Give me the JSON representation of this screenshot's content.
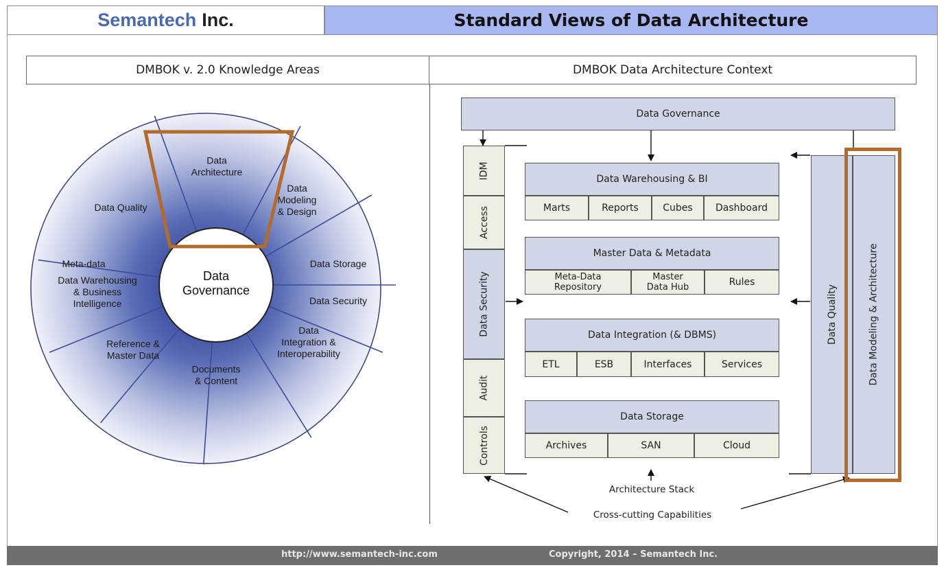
{
  "header": {
    "company_brand": "Semantech",
    "company_suffix": "Inc.",
    "title": "Standard Views of Data Architecture"
  },
  "left_panel": {
    "heading": "DMBOK v. 2.0 Knowledge Areas",
    "center_label": [
      "Data",
      "Governance"
    ],
    "segments": [
      {
        "lines": [
          "Data",
          "Architecture"
        ]
      },
      {
        "lines": [
          "Data",
          "Modeling",
          "& Design"
        ]
      },
      {
        "lines": [
          "Data Storage"
        ]
      },
      {
        "lines": [
          "Data Security"
        ]
      },
      {
        "lines": [
          "Data",
          "Integration &",
          "Interoperability"
        ]
      },
      {
        "lines": [
          "Documents",
          "& Content"
        ]
      },
      {
        "lines": [
          "Reference &",
          "Master Data"
        ]
      },
      {
        "lines": [
          "Data Warehousing",
          "& Business",
          "Intelligence"
        ]
      },
      {
        "lines": [
          "Meta-data"
        ]
      },
      {
        "lines": [
          "Data Quality"
        ]
      }
    ],
    "highlight_color": "#b26b2c"
  },
  "right_panel": {
    "heading": "DMBOK Data Architecture Context",
    "governance": "Data Governance",
    "left_column": [
      "IDM",
      "Access",
      "Data Security",
      "Audit",
      "Controls"
    ],
    "dw": {
      "title": "Data Warehousing & BI",
      "cells": [
        "Marts",
        "Reports",
        "Cubes",
        "Dashboard"
      ]
    },
    "mdm": {
      "title": "Master Data & Metadata",
      "cells": [
        [
          "Meta-Data",
          "Repository"
        ],
        [
          "Master",
          "Data Hub"
        ],
        [
          "Rules"
        ]
      ]
    },
    "di": {
      "title": "Data Integration (& DBMS)",
      "cells": [
        "ETL",
        "ESB",
        "Interfaces",
        "Services"
      ]
    },
    "ds": {
      "title": "Data Storage",
      "cells": [
        "Archives",
        "SAN",
        "Cloud"
      ]
    },
    "data_quality": "Data Quality",
    "modeling": "Data Modeling & Architecture",
    "stack_label": "Architecture Stack",
    "cross_label": "Cross-cutting Capabilities"
  },
  "footer": {
    "url": "http://www.semantech-inc.com",
    "copyright": "Copyright, 2014 – Semantech Inc."
  }
}
